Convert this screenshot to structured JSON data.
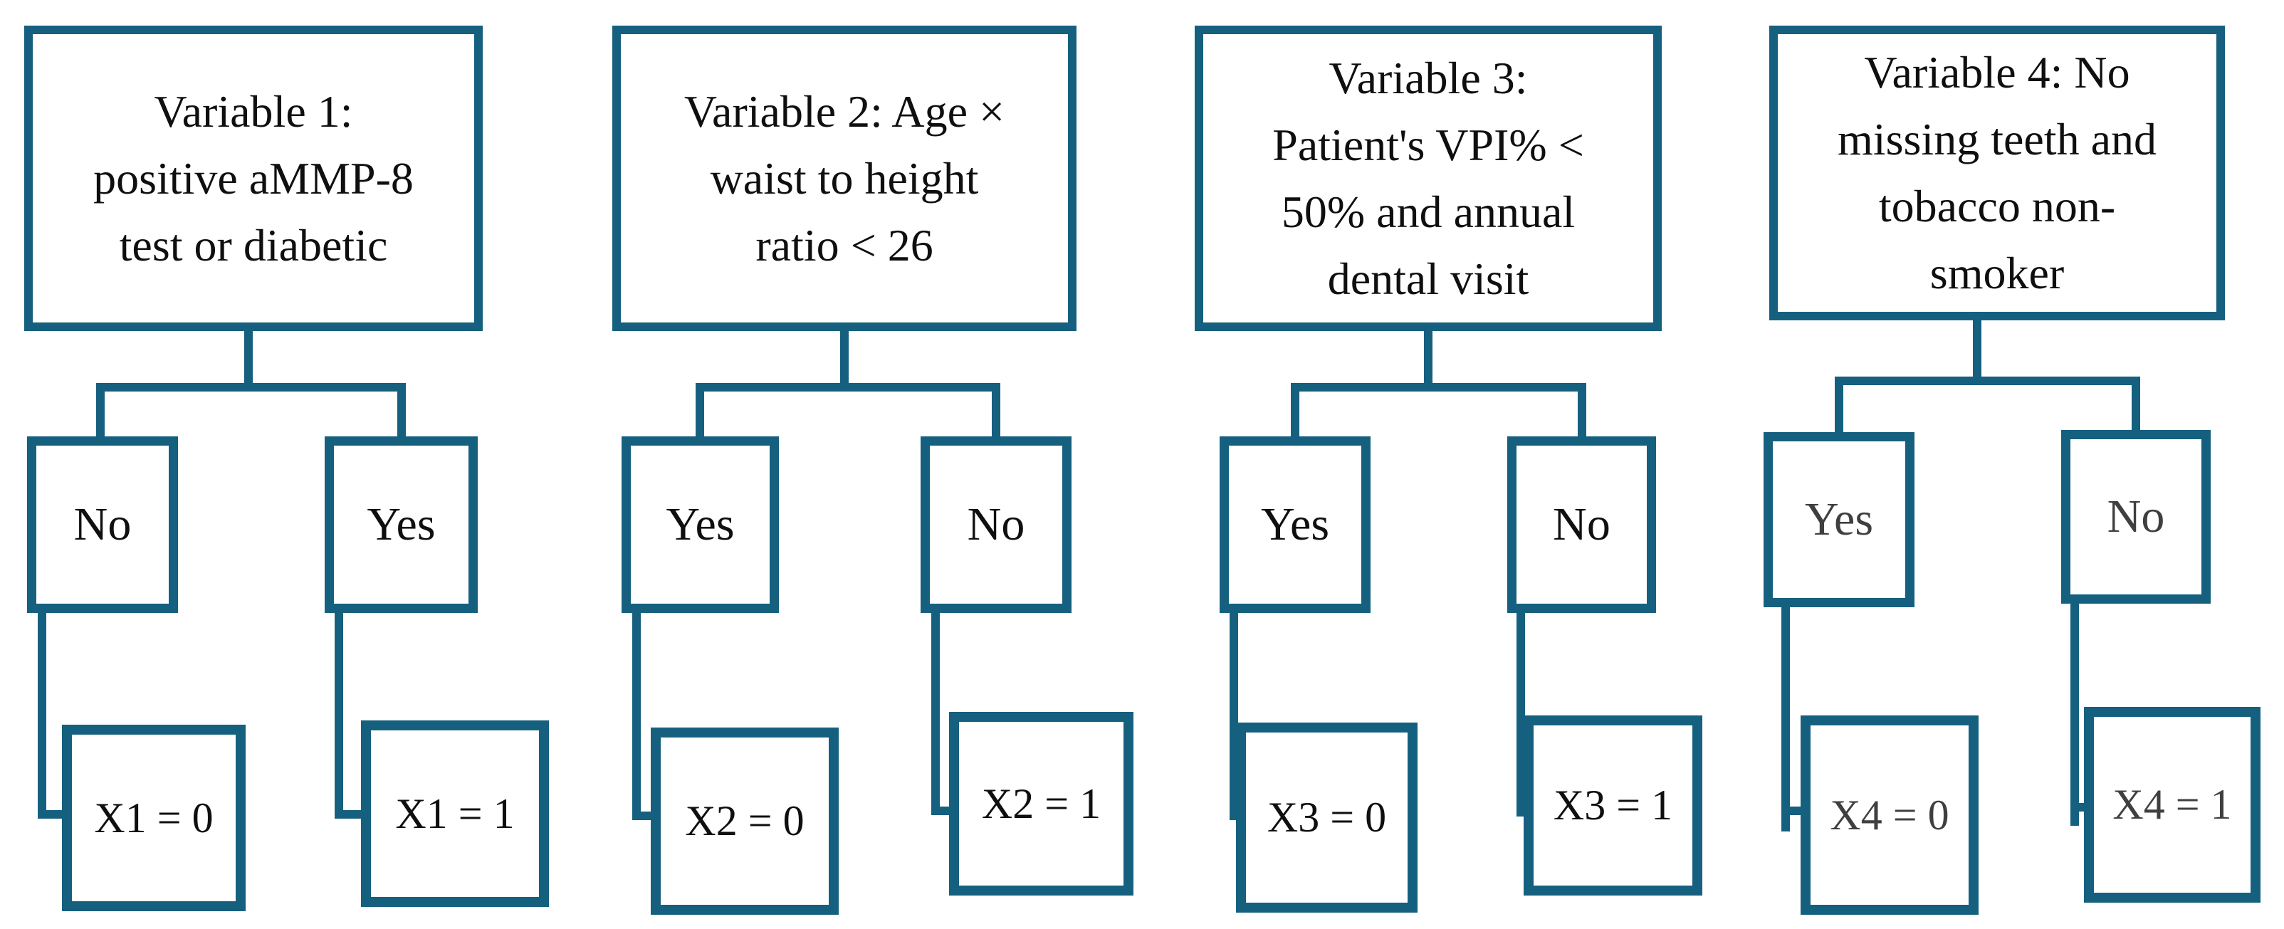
{
  "figure": {
    "type": "decision-tree-diagram",
    "background": "#ffffff",
    "accent_color": "#16607f",
    "text_color": "#0f0f0f",
    "muted_text_color": "#3f3f3f",
    "trees": [
      {
        "title_lines": [
          "Variable 1:",
          "positive aMMP-8",
          "test or diabetic"
        ],
        "left": {
          "label": "No",
          "value": "X1 = 0"
        },
        "right": {
          "label": "Yes",
          "value": "X1 = 1"
        }
      },
      {
        "title_lines": [
          "Variable 2: Age ×",
          "waist to height",
          "ratio < 26"
        ],
        "left": {
          "label": "Yes",
          "value": "X2 = 0"
        },
        "right": {
          "label": "No",
          "value": "X2 = 1"
        }
      },
      {
        "title_lines": [
          "Variable 3:",
          "Patient's VPI% <",
          "50% and annual",
          "dental visit"
        ],
        "left": {
          "label": "Yes",
          "value": "X3 = 0"
        },
        "right": {
          "label": "No",
          "value": "X3 = 1"
        }
      },
      {
        "title_lines": [
          "Variable 4: No",
          "missing teeth and",
          "tobacco non-",
          "smoker"
        ],
        "left": {
          "label": "Yes",
          "value": "X4 = 0"
        },
        "right": {
          "label": "No",
          "value": "X4 = 1"
        }
      }
    ]
  }
}
